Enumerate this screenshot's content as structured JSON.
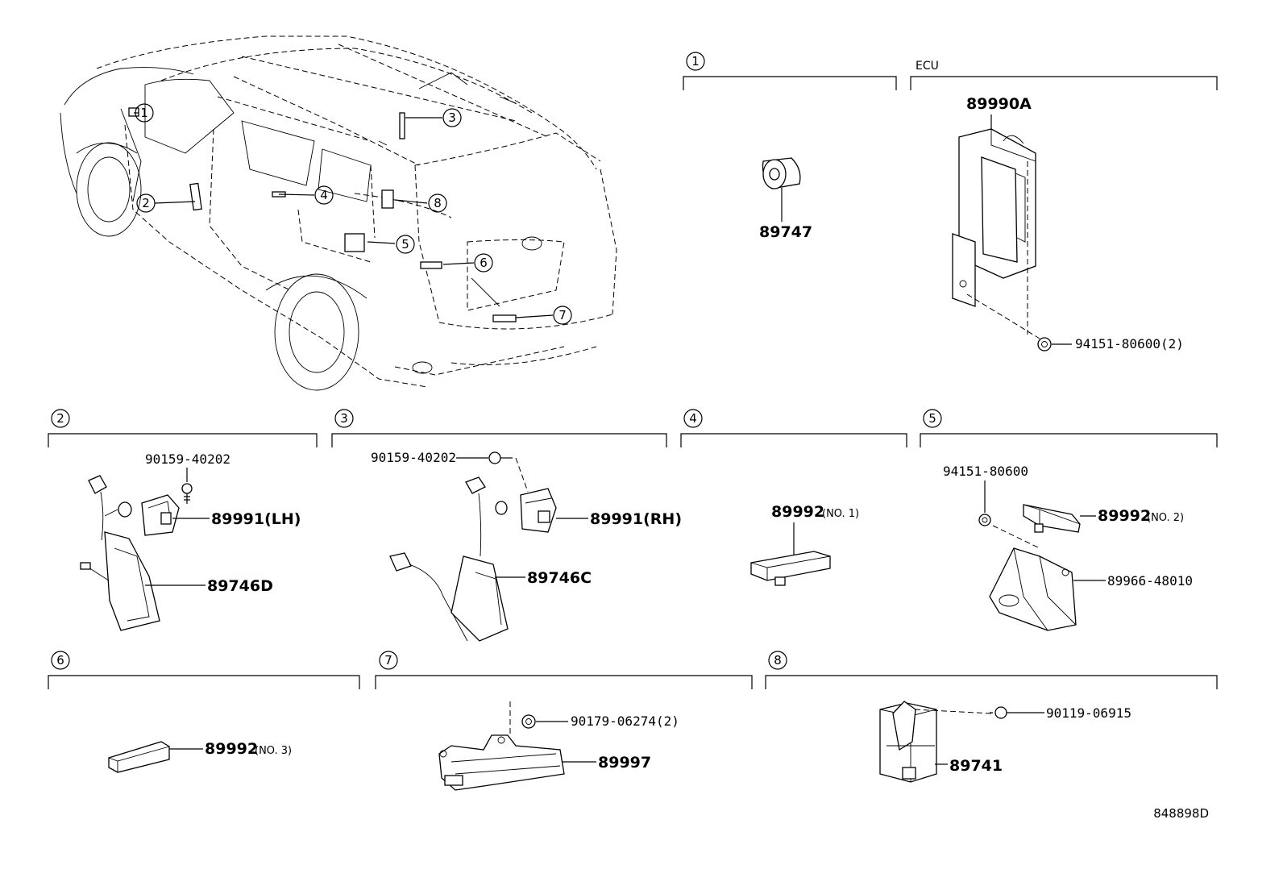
{
  "sections": {
    "s1": {
      "index": "1"
    },
    "ecu": {
      "header": "ECU"
    },
    "s2": {
      "index": "2"
    },
    "s3": {
      "index": "3"
    },
    "s4": {
      "index": "4"
    },
    "s5": {
      "index": "5"
    },
    "s6": {
      "index": "6"
    },
    "s7": {
      "index": "7"
    },
    "s8": {
      "index": "8"
    }
  },
  "callouts": [
    "1",
    "2",
    "3",
    "4",
    "5",
    "6",
    "7",
    "8"
  ],
  "parts": {
    "p89747": "89747",
    "p89990A": "89990A",
    "p94151_80600_2": "94151-80600(2)",
    "p90159_40202_lh": "90159-40202",
    "p89991_lh": "89991(LH)",
    "p89746D": "89746D",
    "p90159_40202_rh": "90159-40202",
    "p89991_rh": "89991(RH)",
    "p89746C": "89746C",
    "p89992_no1": "89992",
    "p89992_no1_note": "(NO. 1)",
    "p94151_80600": "94151-80600",
    "p89992_no2": "89992",
    "p89992_no2_note": "(NO. 2)",
    "p89966_48010": "89966-48010",
    "p89992_no3": "89992",
    "p89992_no3_note": "(NO. 3)",
    "p90179_06274_2": "90179-06274(2)",
    "p89997": "89997",
    "p90119_06915": "90119-06915",
    "p89741": "89741"
  },
  "diagram_code": "848898D"
}
